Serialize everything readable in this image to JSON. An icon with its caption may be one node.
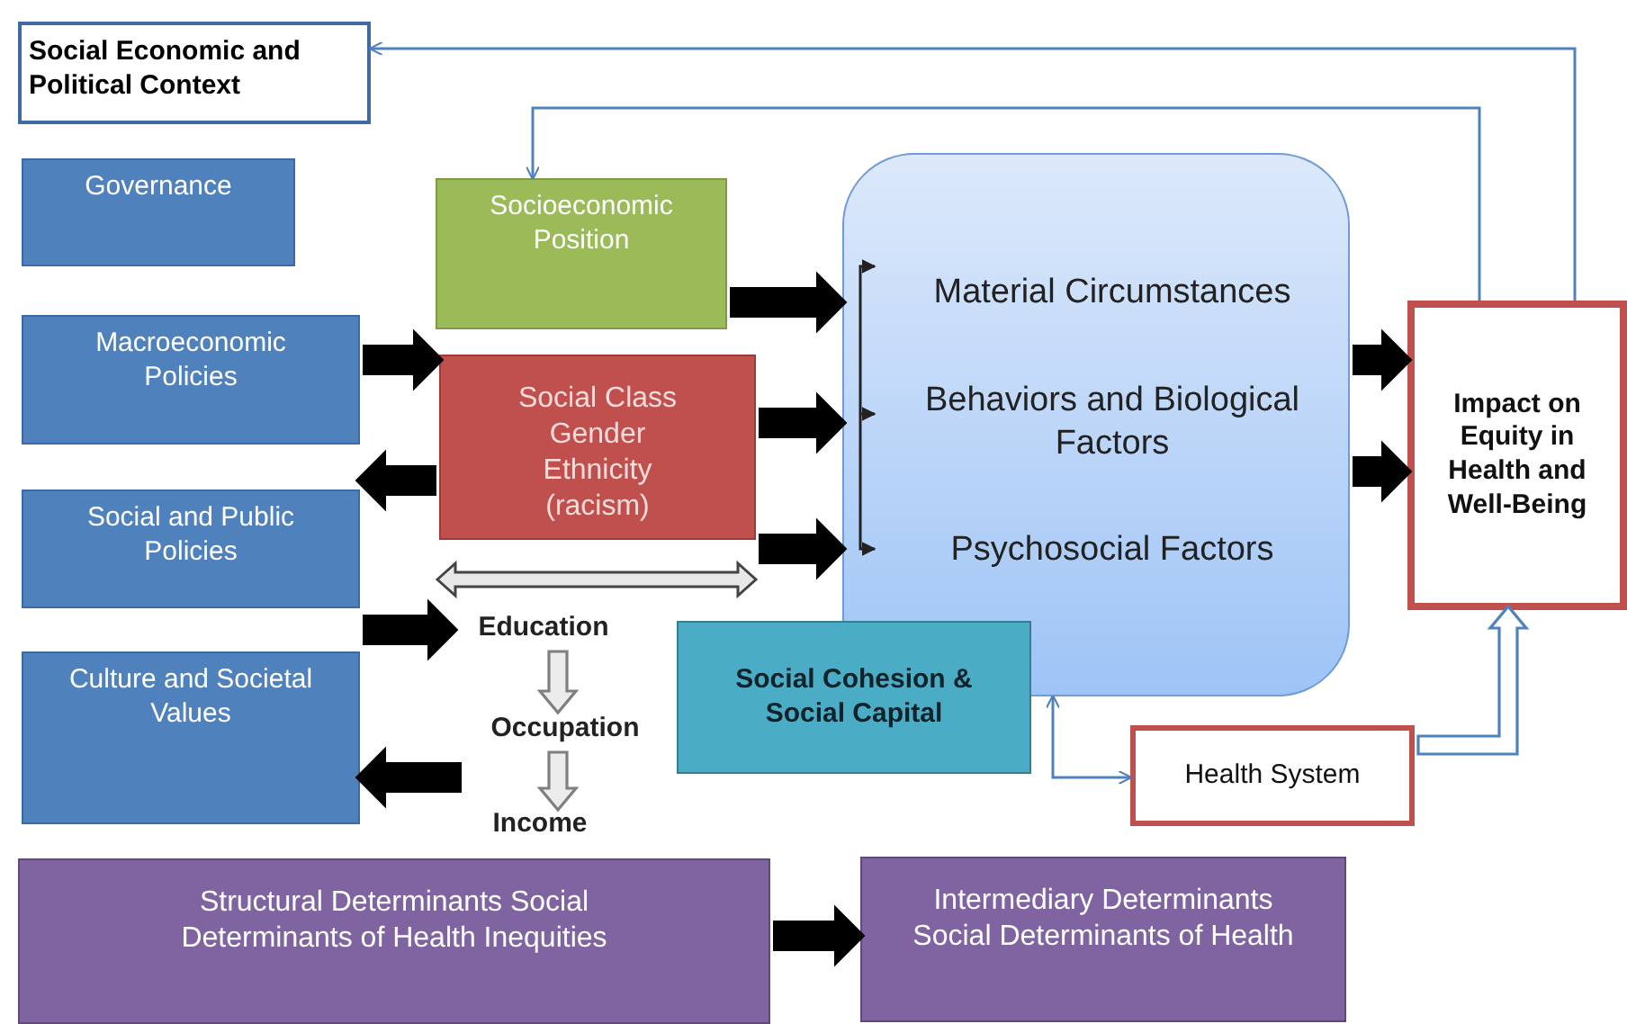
{
  "diagram": {
    "nodes": [
      {
        "text": [
          "Social Economic and Political Context"
        ]
      },
      {
        "text": [
          "Governance"
        ]
      },
      {
        "text": [
          "Macroeconomic Policies"
        ]
      },
      {
        "text": [
          "Social and Public Policies"
        ]
      },
      {
        "text": [
          "Culture and Societal Values"
        ]
      },
      {
        "text": [
          "Socioeconomic Position"
        ]
      },
      {
        "text": [
          "Social Class Gender Ethnicity (racism)"
        ]
      },
      {
        "text": [
          "Education"
        ]
      },
      {
        "text": [
          "Occupation"
        ]
      },
      {
        "text": [
          "Income"
        ]
      },
      {
        "text": [],
        "shape": "box"
      },
      {
        "text": [
          "Material Circumstances"
        ],
        "in": 10
      },
      {
        "text": [
          "Behaviors and Biological Factors"
        ],
        "in": 10
      },
      {
        "text": [
          "Psychosocial Factors"
        ],
        "in": 10
      },
      {
        "text": [
          "Social Cohesion & Social Capital"
        ]
      },
      {
        "text": [
          "Impact on Equity in Health and Well-Being"
        ]
      },
      {
        "text": [
          "Health System"
        ]
      },
      {
        "text": [
          "Structural Determinants Social Determinants of Health Inequities"
        ]
      },
      {
        "text": [
          "Intermediary Determinants Social Determinants of Health"
        ]
      }
    ],
    "edges": [
      {
        "from": 15,
        "to": 0,
        "arrow": "to",
        "color": "#4f81bd"
      },
      {
        "from": 15,
        "to": 5,
        "arrow": "to",
        "color": "#4f81bd"
      },
      {
        "from": 2,
        "to": 6,
        "arrow": "to",
        "style": "thick"
      },
      {
        "from": 6,
        "to": 3,
        "arrow": "to",
        "style": "thick"
      },
      {
        "from": 3,
        "to": 7,
        "arrow": "to",
        "style": "thick"
      },
      {
        "from": 8,
        "to": 4,
        "arrow": "to",
        "style": "thick"
      },
      {
        "from": 5,
        "to": 10,
        "arrow": "to",
        "style": "thick"
      },
      {
        "from": 6,
        "to": 10,
        "arrow": "to",
        "style": "thick"
      },
      {
        "from": 6,
        "to": 10,
        "arrow": "to",
        "style": "thick"
      },
      {
        "from": 10,
        "to": 15,
        "arrow": "to",
        "style": "thick"
      },
      {
        "from": 10,
        "to": 15,
        "arrow": "to",
        "style": "thick"
      },
      {
        "from": 7,
        "to": 8,
        "arrow": "to",
        "style": "thick",
        "color": "#7f7f7f"
      },
      {
        "from": 8,
        "to": 9,
        "arrow": "to",
        "style": "thick",
        "color": "#7f7f7f"
      },
      {
        "from": 16,
        "to": 15,
        "arrow": "to",
        "style": "thick",
        "color": "#4f81bd"
      },
      {
        "from": 10,
        "to": 16,
        "arrow": "both",
        "color": "#4f81bd"
      },
      {
        "from": 17,
        "to": 18,
        "arrow": "to",
        "style": "thick"
      },
      {
        "from": null,
        "to": 11,
        "arrow": "to",
        "color": "#222222"
      },
      {
        "from": null,
        "to": 12,
        "arrow": "to",
        "color": "#222222"
      },
      {
        "from": null,
        "to": 13,
        "arrow": "to",
        "color": "#222222"
      }
    ]
  }
}
